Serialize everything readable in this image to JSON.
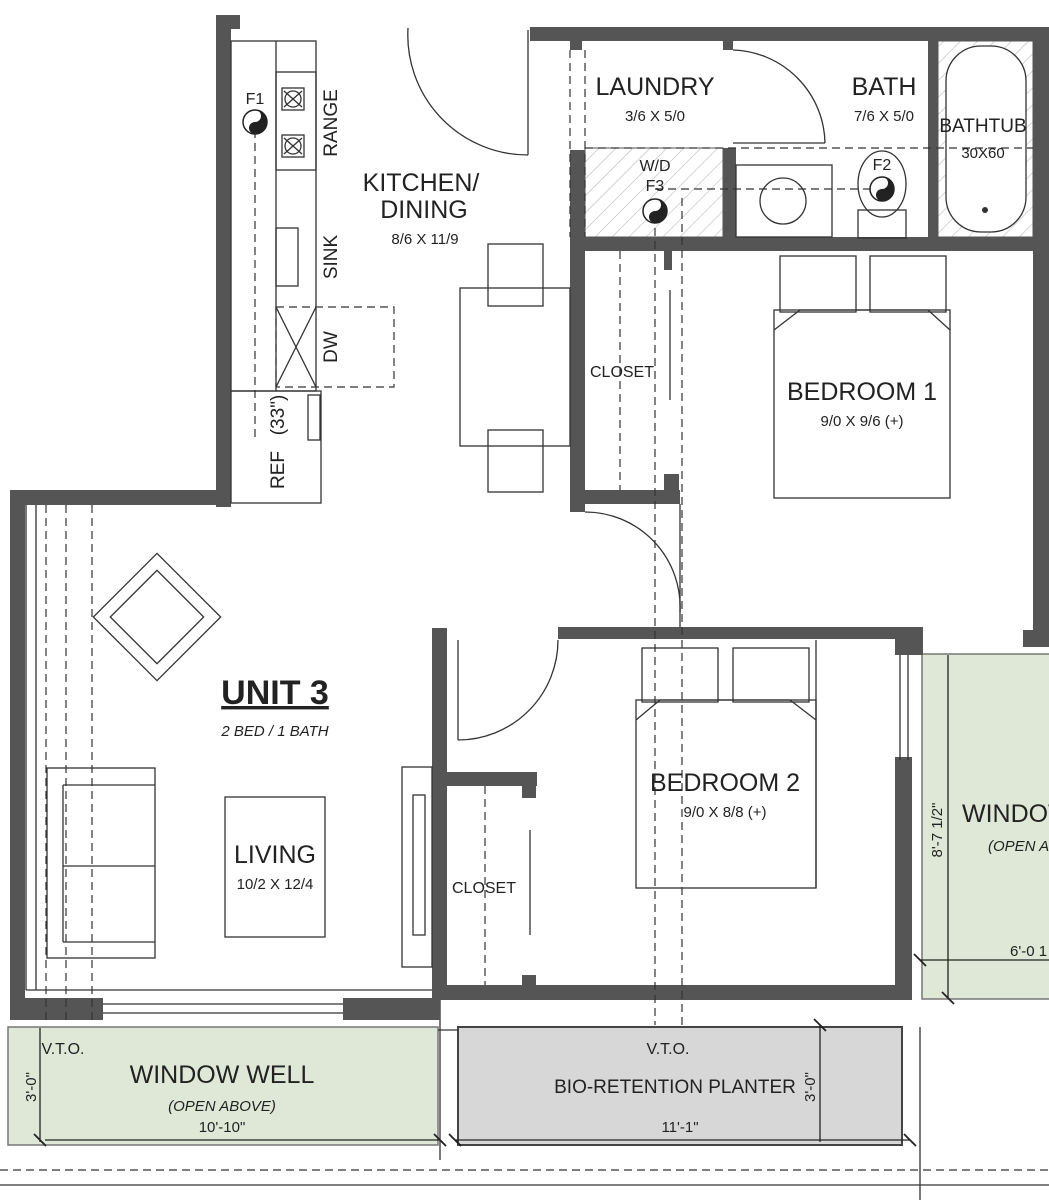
{
  "unit": {
    "title": "UNIT 3",
    "subtitle": "2 BED / 1 BATH"
  },
  "rooms": {
    "kitchen": {
      "name_line1": "KITCHEN/",
      "name_line2": "DINING",
      "dims": "8/6 X 11/9"
    },
    "laundry": {
      "name": "LAUNDRY",
      "dims": "3/6 X 5/0"
    },
    "bath": {
      "name": "BATH",
      "dims": "7/6 X 5/0"
    },
    "bedroom1": {
      "name": "BEDROOM 1",
      "dims": "9/0 X 9/6 (+)"
    },
    "bedroom2": {
      "name": "BEDROOM 2",
      "dims": "9/0 X 8/8 (+)"
    },
    "living": {
      "name": "LIVING",
      "dims": "10/2 X 12/4"
    },
    "closet1": {
      "name": "CLOSET"
    },
    "closet2": {
      "name": "CLOSET"
    }
  },
  "fixtures": {
    "range": "RANGE",
    "sink": "SINK",
    "dw": "DW",
    "ref": "REF",
    "ref_width": "(33\")",
    "bathtub": "BATHTUB",
    "bathtub_size": "30X60",
    "wd": "W/D"
  },
  "floor_drains": {
    "f1": "F1",
    "f2": "F2",
    "f3": "F3"
  },
  "exterior": {
    "window_well_left": {
      "name": "WINDOW WELL",
      "note": "(OPEN ABOVE)",
      "width": "10'-10\"",
      "depth": "3'-0\""
    },
    "planter": {
      "name": "BIO-RETENTION PLANTER",
      "width": "11'-1\"",
      "depth": "3'-0\""
    },
    "window_well_right": {
      "name": "WINDOW",
      "note": "(OPEN A",
      "height": "8'-7 1/2\"",
      "width": "6'-0 1"
    },
    "vto_left": "V.T.O.",
    "vto_right": "V.T.O."
  },
  "colors": {
    "wall": "#555555",
    "window_well_fill": "#dfe8d6",
    "planter_fill": "#d7d7d7"
  }
}
